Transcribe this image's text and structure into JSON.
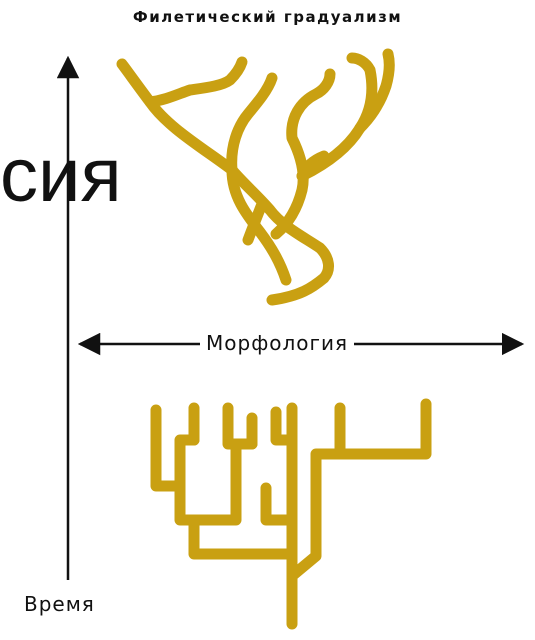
{
  "background_heading_fragment": "сия",
  "diagram": {
    "title": "Филетический градуализм",
    "horizontal_axis_label": "Морфология",
    "vertical_axis_label": "Время"
  },
  "colors": {
    "branch": "#c9a012",
    "axis": "#111111",
    "background": "#ffffff"
  }
}
